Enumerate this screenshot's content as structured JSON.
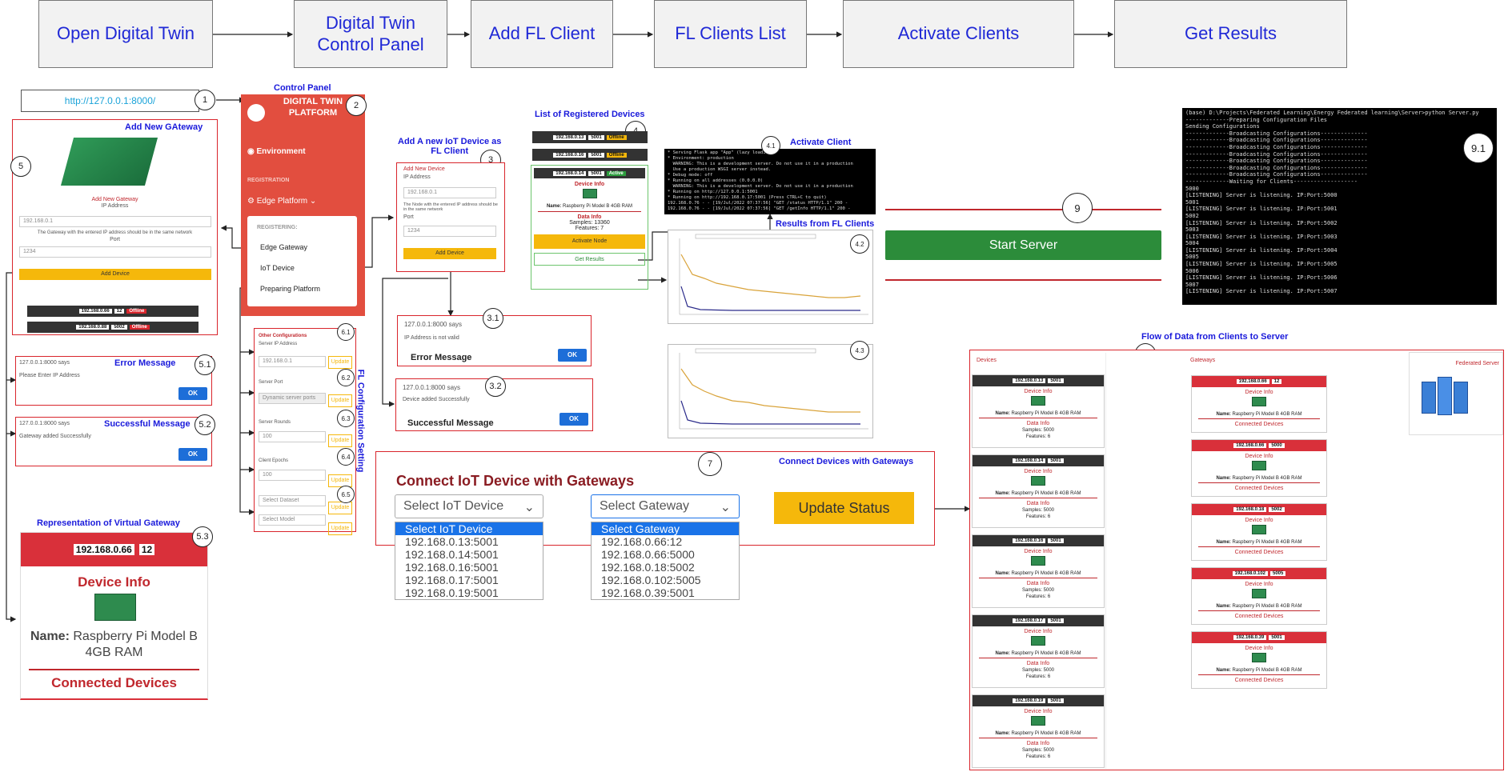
{
  "flow_steps": [
    "Open Digital Twin",
    "Digital Twin\nControl Panel",
    "Add FL Client",
    "FL Clients List",
    "Activate Clients",
    "Get Results"
  ],
  "url": "http://127.0.0.1:8000/",
  "labels": {
    "control_panel": "Control Panel",
    "add_gateway": "Add New GAteway",
    "add_iot": "Add A new IoT Device as\nFL Client",
    "list_devices": "List of Registered Devices",
    "activate_client": "Activate Client",
    "results": "Results from FL Clients",
    "flow_data": "Flow of Data from Clients to Server",
    "error_msg": "Error Message",
    "success_msg": "Successful Message",
    "virtual_gw": "Representation of Virtual Gateway",
    "connect_dev": "Connect Devices with Gateways",
    "fl_config": "FL Configuration Setting"
  },
  "numbers": [
    "1",
    "2",
    "3",
    "3.1",
    "3.2",
    "4",
    "4.1",
    "4.2",
    "4.3",
    "5",
    "5.1",
    "5.2",
    "5.3",
    "6.1",
    "6.2",
    "6.3",
    "6.4",
    "6.5",
    "7",
    "8",
    "9",
    "9.1"
  ],
  "sidebar": {
    "title": "DIGITAL TWIN PLATFORM",
    "environment": "Environment",
    "registration": "REGISTRATION",
    "edge": "Edge Platform",
    "registering": "REGISTERING:",
    "items": [
      "Edge Gateway",
      "IoT Device",
      "Preparing Platform"
    ]
  },
  "gateway_form": {
    "title": "Add New Gateway",
    "ip_label": "IP Address",
    "ip": "192.168.0.1",
    "note": "The Gateway with the entered IP address should be in the same network",
    "port_label": "Port",
    "port": "1234",
    "button": "Add Device",
    "rows": [
      {
        "ip": "192.168.0.66",
        "port": "12",
        "status": "Offline"
      },
      {
        "ip": "192.168.0.88",
        "port": "5002",
        "status": "Offline"
      }
    ]
  },
  "device_form": {
    "title": "Add New Device",
    "ip_label": "IP Address",
    "ip": "192.168.0.1",
    "note": "The Node with the entered IP address should be in the same network",
    "port_label": "Port",
    "port": "1234",
    "button": "Add Device"
  },
  "dialogs": {
    "err_gw": {
      "title": "127.0.0.1:8000 says",
      "msg": "Please Enter IP Address",
      "ok": "OK"
    },
    "ok_gw": {
      "title": "127.0.0.1:8000 says",
      "msg": "Gateway added Successfully",
      "ok": "OK"
    },
    "err_dev": {
      "title": "127.0.0.1:8000 says",
      "msg": "IP Address is not valid",
      "caption": "Error Message",
      "ok": "OK"
    },
    "ok_dev": {
      "title": "127.0.0.1:8000 says",
      "msg": "Device added Successfully",
      "caption": "Successful Message",
      "ok": "OK"
    }
  },
  "config": {
    "title": "Other Configurations",
    "server_ip": "Server IP Address",
    "server_ip_val": "192.168.0.1",
    "server_port": "Server Port",
    "server_port_val": "Dynamic server ports",
    "rounds": "Server Rounds",
    "rounds_val": "100",
    "epochs": "Client Epochs",
    "epochs_val": "100",
    "dataset": "Select Dataset",
    "model": "Select Model",
    "update": "Update"
  },
  "registered": [
    {
      "ip": "192.168.0.13",
      "port": "5001",
      "status": "Offline"
    },
    {
      "ip": "192.168.0.16",
      "port": "5001",
      "status": "Offline"
    },
    {
      "ip": "192.168.0.14",
      "port": "5001",
      "status": "Active"
    }
  ],
  "device_card": {
    "title": "Device Info",
    "name_label": "Name:",
    "name": "Raspberry Pi Model B 4GB RAM",
    "data": "Data Info",
    "samples": "Samples: 13360",
    "features": "Features: 7",
    "activate": "Activate Node",
    "results": "Get Results"
  },
  "terminal_flask": "* Serving Flask app \"App\" (lazy loading)\n* Environment: production\n  WARNING: This is a development server. Do not use it in a production\n  Use a production WSGI server instead.\n* Debug mode: off\n* Running on all addresses (0.0.0.0)\n  WARNING: This is a development server. Do not use it in a production\n* Running on http://127.0.0.1:5001\n* Running on http://192.168.0.17:5001 (Press CTRL+C to quit)\n192.168.0.76 - - [19/Jul/2022 07:37:56] \"GET /status HTTP/1.1\" 200 -\n192.168.0.76 - - [19/Jul/2022 07:37:56] \"GET /getInfo HTTP/1.1\" 200 -",
  "terminal_server": "(base) D:\\Projects\\Federated Learning\\Energy Federated learning\\Server>python Server.py\n-------------Preparing Configuration Files\nSending Configurations\n-------------Broadcasting Configurations--------------\n-------------Broadcasting Configurations--------------\n-------------Broadcasting Configurations--------------\n-------------Broadcasting Configurations--------------\n-------------Broadcasting Configurations--------------\n-------------Broadcasting Configurations--------------\n-------------Broadcasting Configurations--------------\n-------------Waiting for Clients-------------------\n5000\n[LISTENING] Server is listening. IP:Port:5000\n5001\n[LISTENING] Server is listening. IP:Port:5001\n5002\n[LISTENING] Server is listening. IP:Port:5002\n5003\n[LISTENING] Server is listening. IP:Port:5003\n5004\n[LISTENING] Server is listening. IP:Port:5004\n5005\n[LISTENING] Server is listening. IP:Port:5005\n5006\n[LISTENING] Server is listening. IP:Port:5006\n5007\n[LISTENING] Server is listening. IP:Port:5007",
  "start_server": "Start Server",
  "connect": {
    "title": "Connect IoT Device with Gateways",
    "select_device": "Select IoT Device",
    "select_gateway": "Select Gateway",
    "update": "Update Status",
    "devices": [
      "192.168.0.13:5001",
      "192.168.0.14:5001",
      "192.168.0.16:5001",
      "192.168.0.17:5001",
      "192.168.0.19:5001"
    ],
    "gateways": [
      "192.168.0.66:12",
      "192.168.0.66:5000",
      "192.168.0.18:5002",
      "192.168.0.102:5005",
      "192.168.0.39:5001"
    ]
  },
  "virtual_gw": {
    "ip": "192.168.0.66",
    "port": "12",
    "title": "Device Info",
    "name_label": "Name:",
    "name": "Raspberry Pi Model B 4GB RAM",
    "connected": "Connected Devices"
  },
  "flow": {
    "devices_title": "Devices",
    "gateways_title": "Gateways",
    "server_title": "Federated Server",
    "devices": [
      {
        "ip": "192.168.0.13",
        "port": "5001"
      },
      {
        "ip": "192.168.0.14",
        "port": "5001"
      },
      {
        "ip": "192.168.0.16",
        "port": "5001"
      },
      {
        "ip": "192.168.0.17",
        "port": "5001"
      },
      {
        "ip": "192.168.0.19",
        "port": "5001"
      }
    ],
    "gateways": [
      {
        "ip": "192.168.0.66",
        "port": "12"
      },
      {
        "ip": "192.168.0.66",
        "port": "5000"
      },
      {
        "ip": "192.168.0.18",
        "port": "5002"
      },
      {
        "ip": "192.168.0.102",
        "port": "5005"
      },
      {
        "ip": "192.168.0.39",
        "port": "5001"
      }
    ],
    "dev_title": "Device Info",
    "name_label": "Name:",
    "name": "Raspberry Pi Model B 4GB RAM",
    "data": "Data Info",
    "samples": "Samples: 5000",
    "features": "Features: 6",
    "connected": "Connected Devices"
  },
  "colors": {
    "accent_red": "#d9252c",
    "blue_label": "#1a1adb",
    "green": "#2c8c3a",
    "yellow": "#f5b80b",
    "orange_flow": "#f26b2a"
  }
}
